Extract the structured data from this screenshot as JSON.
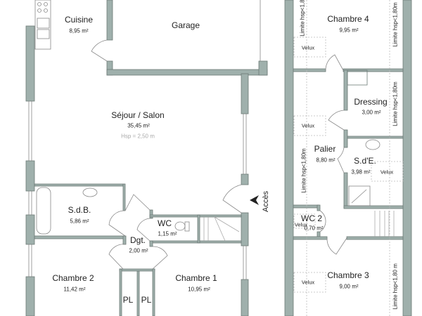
{
  "colors": {
    "wall": "#9fb0ac",
    "line": "#6d7a77",
    "background": "#ffffff"
  },
  "ground_floor": {
    "rooms": [
      {
        "name": "Cuisine",
        "area": "8,95 m²"
      },
      {
        "name": "Garage",
        "area": ""
      },
      {
        "name": "Séjour / Salon",
        "area": "35,45 m²",
        "height": "Hsp = 2,50 m"
      },
      {
        "name": "S.d.B.",
        "area": "5,86 m²"
      },
      {
        "name": "WC",
        "area": "1,15 m²"
      },
      {
        "name": "Dgt.",
        "area": "2,00 m²"
      },
      {
        "name": "Chambre 2",
        "area": "11,42 m²"
      },
      {
        "name": "Chambre 1",
        "area": "10,95 m²"
      }
    ],
    "closets": [
      "PL",
      "PL"
    ],
    "access_label": "Accès"
  },
  "upper_floor": {
    "rooms": [
      {
        "name": "Chambre 4",
        "area": "9,95 m²"
      },
      {
        "name": "Dressing",
        "area": "3,00 m²"
      },
      {
        "name": "Palier",
        "area": "8,80 m²"
      },
      {
        "name": "S.d'E.",
        "area": "3,98 m²"
      },
      {
        "name": "WC 2",
        "area": "0,70 m²"
      },
      {
        "name": "Chambre 3",
        "area": "9,00 m²"
      }
    ],
    "velux_label": "Velux",
    "height_limit_label": "Limite hsp<1,80m",
    "height_limit_label_alt": "Limite hsp<1,80 m"
  }
}
